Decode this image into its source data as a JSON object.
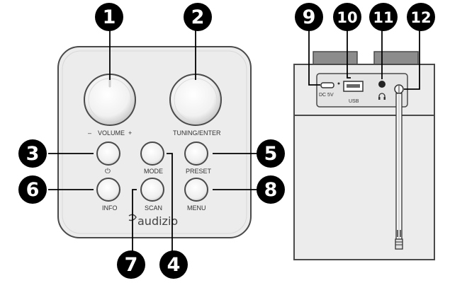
{
  "front_panel": {
    "volume_label": "VOLUME",
    "volume_minus": "–",
    "volume_plus": "+",
    "tuning_label": "TUNING/ENTER",
    "power_symbol": "⏻",
    "mode_label": "MODE",
    "preset_label": "PRESET",
    "info_label": "INFO",
    "scan_label": "SCAN",
    "menu_label": "MENU",
    "brand": "audizio"
  },
  "back_panel": {
    "dc_label": "DC 5V",
    "usb_label": "USB",
    "headphone_icon": "headphone-icon"
  },
  "callouts": [
    "1",
    "2",
    "3",
    "4",
    "5",
    "6",
    "7",
    "8",
    "9",
    "10",
    "11",
    "12"
  ],
  "colors": {
    "callout_bg": "#000000",
    "callout_text": "#ffffff",
    "panel_fill": "#ececec",
    "panel_stroke": "#4a4a4a"
  }
}
